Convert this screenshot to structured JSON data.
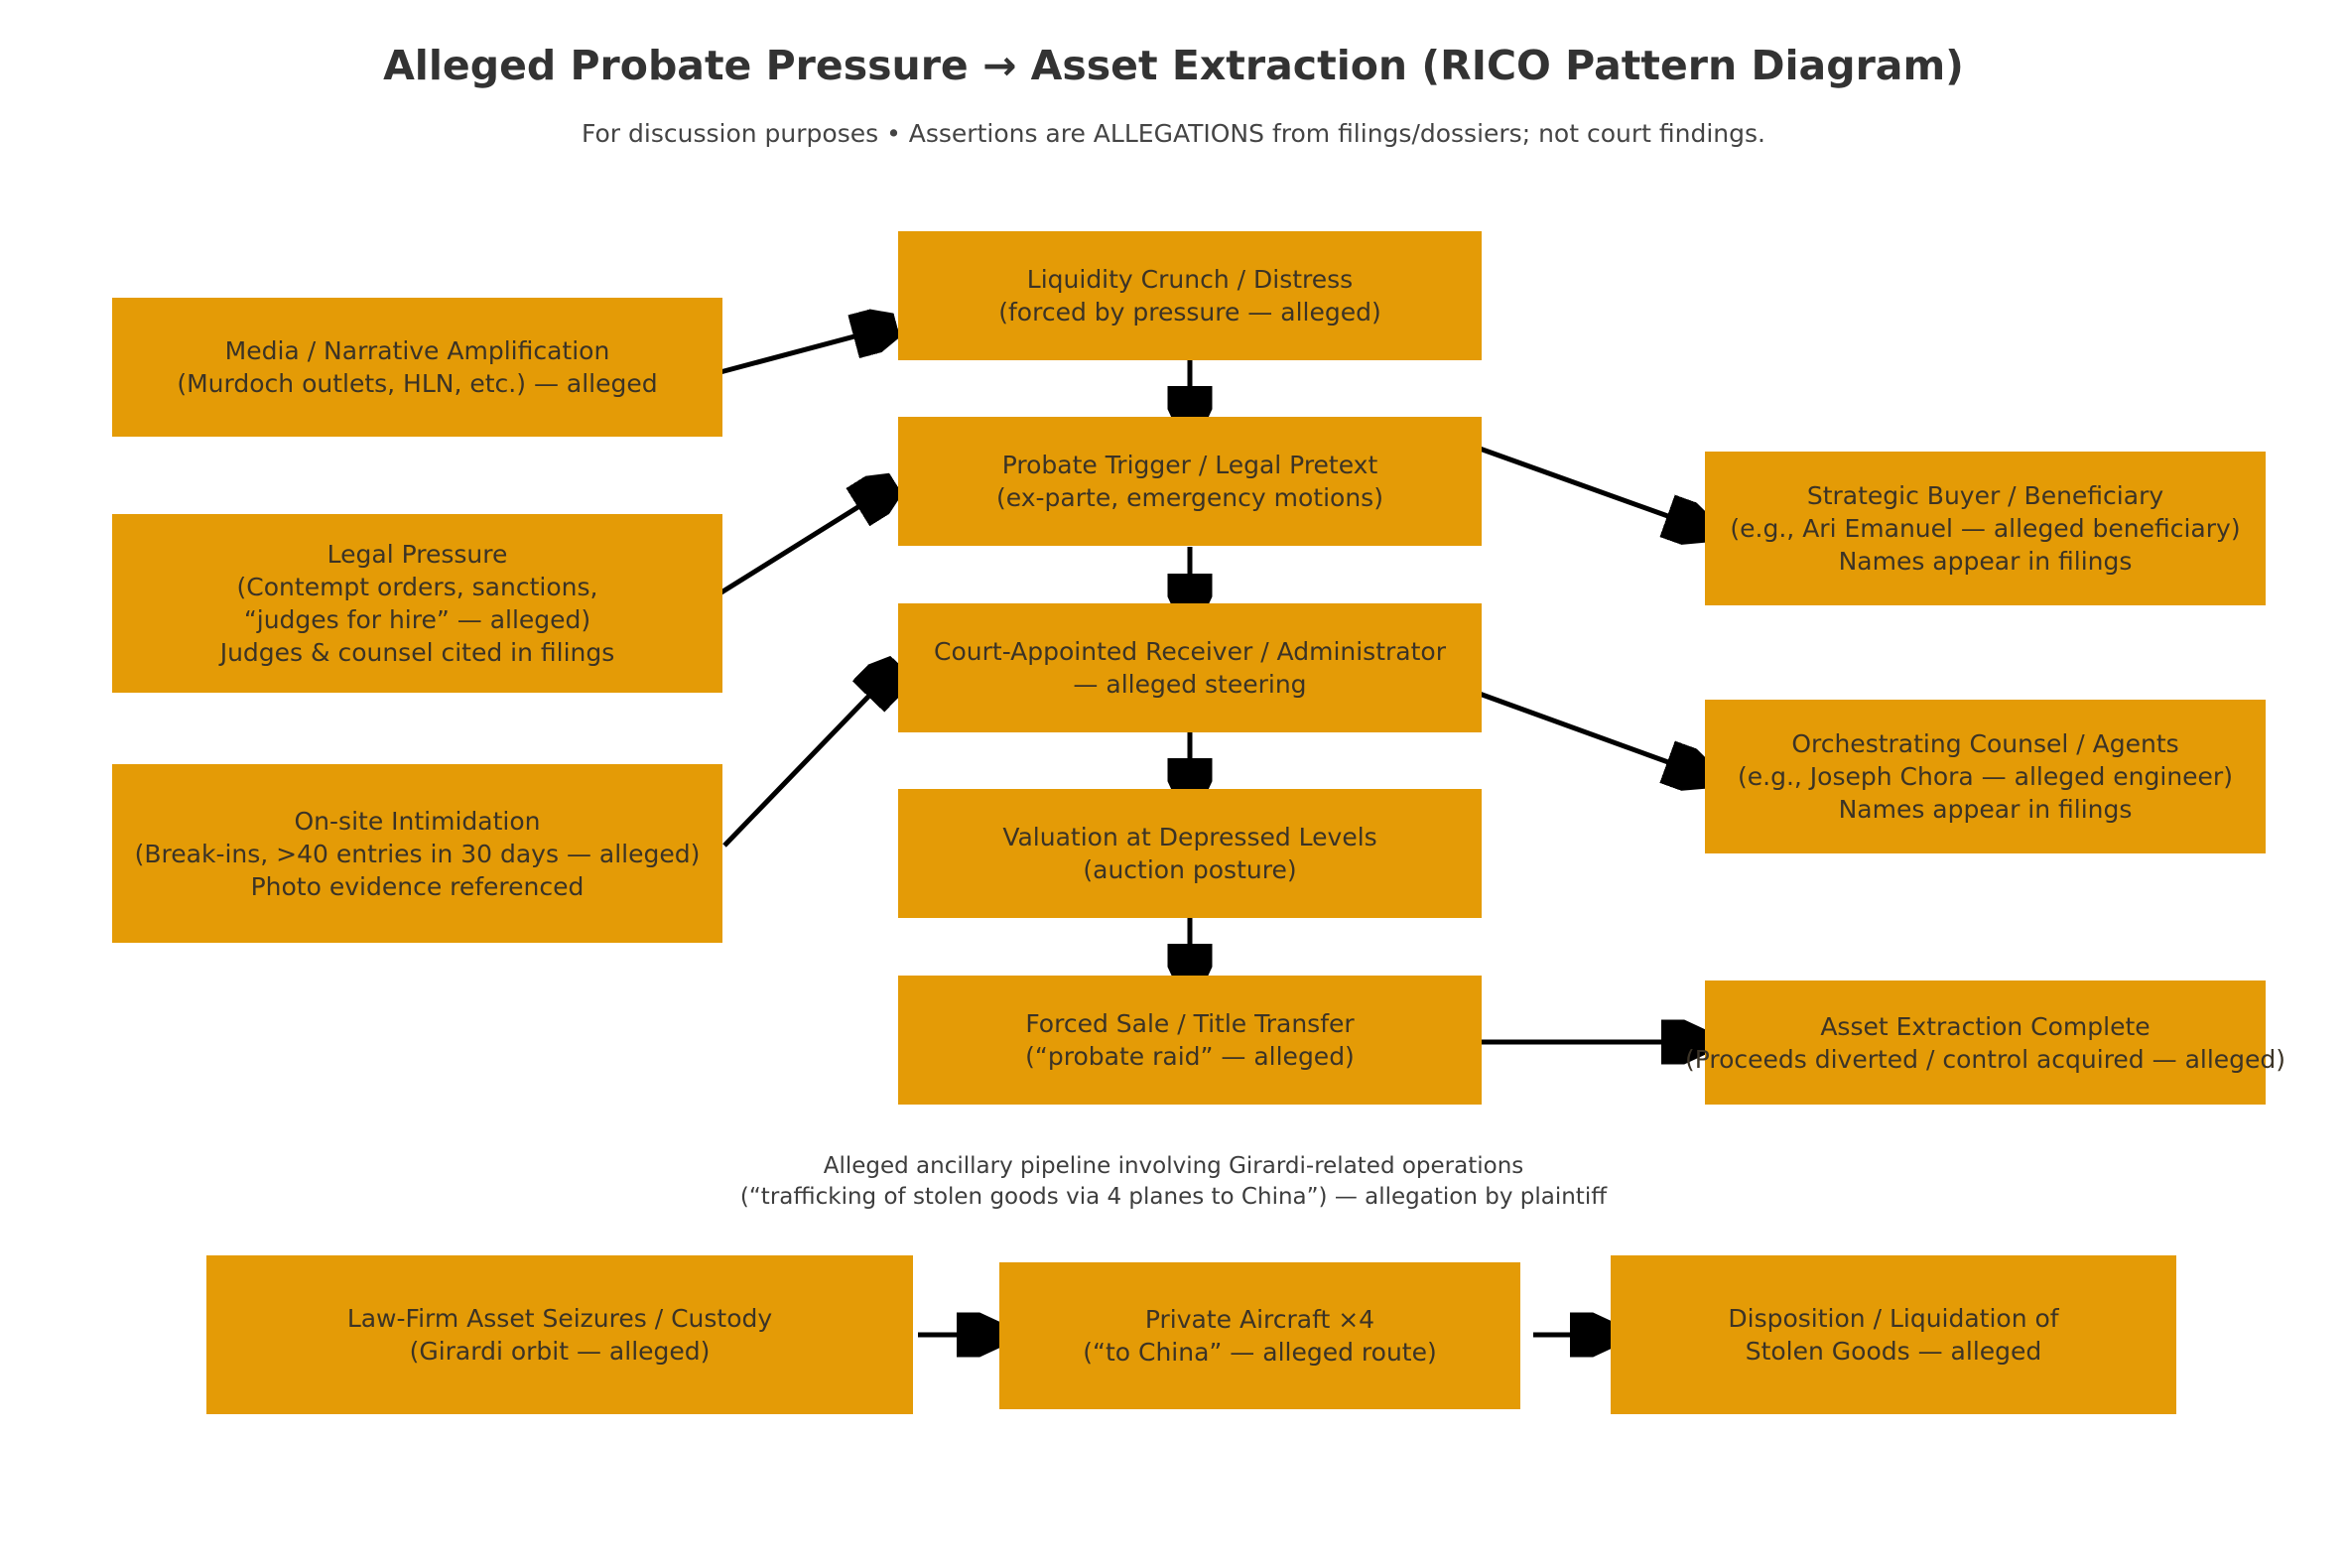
{
  "header": {
    "title": "Alleged Probate Pressure → Asset Extraction (RICO Pattern Diagram)",
    "subtitle": "For discussion purposes • Assertions are ALLEGATIONS from filings/dossiers; not court findings."
  },
  "section_caption": "Alleged ancillary pipeline involving Girardi-related operations\n(“trafficking of stolen goods via 4 planes to China”) — allegation by plaintiff",
  "colors": {
    "node_fill": "#e49b06",
    "node_text": "#3b3326",
    "arrow": "#000000",
    "background": "#ffffff",
    "title_text": "#333333"
  },
  "nodes": {
    "media": {
      "label": "Media / Narrative Amplification\n(Murdoch outlets, HLN, etc.) — alleged"
    },
    "legal_pressure": {
      "label": "Legal Pressure\n(Contempt orders, sanctions,\n“judges for hire” — alleged)\nJudges & counsel cited in filings"
    },
    "intimidation": {
      "label": "On-site Intimidation\n(Break-ins, >40 entries in 30 days — alleged)\nPhoto evidence referenced"
    },
    "liquidity": {
      "label": "Liquidity Crunch / Distress\n(forced by pressure — alleged)"
    },
    "probate_trigger": {
      "label": "Probate Trigger / Legal Pretext\n(ex-parte, emergency motions)"
    },
    "receiver": {
      "label": "Court-Appointed Receiver / Administrator\n— alleged steering"
    },
    "valuation": {
      "label": "Valuation at Depressed Levels\n(auction posture)"
    },
    "forced_sale": {
      "label": "Forced Sale / Title Transfer\n(“probate raid” — alleged)"
    },
    "strategic_buyer": {
      "label": "Strategic Buyer / Beneficiary\n(e.g., Ari Emanuel — alleged beneficiary)\nNames appear in filings"
    },
    "counsel": {
      "label": "Orchestrating Counsel / Agents\n(e.g., Joseph Chora — alleged engineer)\nNames appear in filings"
    },
    "extraction_complete": {
      "label": "Asset Extraction Complete\n(Proceeds diverted / control acquired — alleged)"
    },
    "law_firm_seizures": {
      "label": "Law-Firm Asset Seizures / Custody\n(Girardi orbit — alleged)"
    },
    "aircraft": {
      "label": "Private Aircraft ×4\n(“to China” — alleged route)"
    },
    "disposition": {
      "label": "Disposition / Liquidation of\nStolen Goods — alleged"
    }
  },
  "edges": [
    {
      "from": "media",
      "to": "liquidity"
    },
    {
      "from": "legal_pressure",
      "to": "probate_trigger"
    },
    {
      "from": "intimidation",
      "to": "receiver"
    },
    {
      "from": "liquidity",
      "to": "probate_trigger"
    },
    {
      "from": "probate_trigger",
      "to": "receiver"
    },
    {
      "from": "probate_trigger",
      "to": "strategic_buyer"
    },
    {
      "from": "receiver",
      "to": "valuation"
    },
    {
      "from": "receiver",
      "to": "counsel"
    },
    {
      "from": "valuation",
      "to": "forced_sale"
    },
    {
      "from": "forced_sale",
      "to": "extraction_complete"
    },
    {
      "from": "law_firm_seizures",
      "to": "aircraft"
    },
    {
      "from": "aircraft",
      "to": "disposition"
    }
  ]
}
